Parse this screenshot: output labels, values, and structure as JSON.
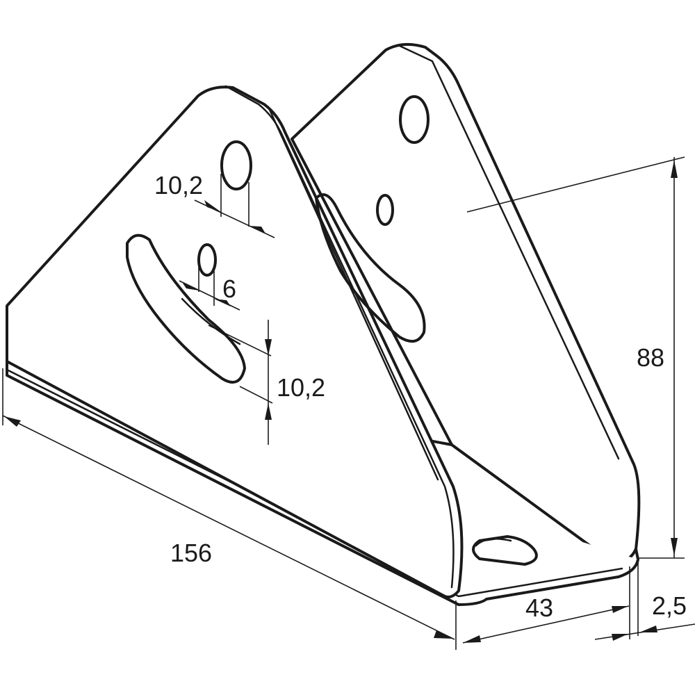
{
  "dimensions": {
    "length": "156",
    "height": "88",
    "base_width": "43",
    "thickness": "2,5",
    "hole_diameter": "10,2",
    "small_hole_diameter": "6",
    "slot_width": "10,2"
  }
}
